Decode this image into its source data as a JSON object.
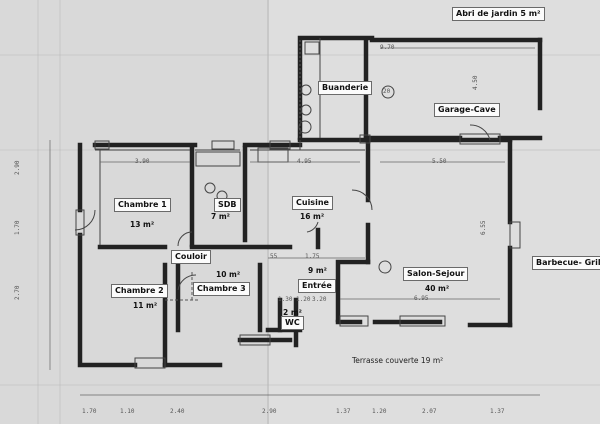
{
  "plan": {
    "rooms": {
      "abri": {
        "label": "Abri de jardin 5 m²"
      },
      "buanderie": {
        "label": "Buanderie"
      },
      "garage": {
        "label": "Garage-Cave"
      },
      "chambre1": {
        "label": "Chambre 1",
        "area": "13 m²"
      },
      "sdb": {
        "label": "SDB",
        "area": "7 m²"
      },
      "cuisine": {
        "label": "Cuisine",
        "area": "16 m²"
      },
      "couloir": {
        "label": "Couloir",
        "area": "10 m²"
      },
      "chambre2": {
        "label": "Chambre 2",
        "area": "11 m²"
      },
      "chambre3": {
        "label": "Chambre 3"
      },
      "entree": {
        "label": "Entrée",
        "area": "9 m²"
      },
      "wc": {
        "label": "WC",
        "area": "2 m²"
      },
      "salon": {
        "label": "Salon-Sejour",
        "area": "40 m²"
      },
      "barbecue": {
        "label": "Barbecue- Grill"
      },
      "terrasse": {
        "label": "Terrasse couverte 19 m²"
      }
    },
    "dims": {
      "garage_w": "9.70",
      "garage_h": "4.50",
      "ch1_w": "3.90",
      "cuisine_w": "4.95",
      "salon_w": "5.50",
      "salon_h": "6.55",
      "entree_w": "1.75",
      "wc_w": "1.30",
      "wc_w2": "1.20",
      "dim_320": "3.20",
      "salon_w2": "6.95",
      "dim_55": "55",
      "left_290": "2.90",
      "left_170": "1.70",
      "left_270": "2.70",
      "bottom": [
        "1.70",
        "1.10",
        "2.40",
        "2.90",
        "1.37",
        "1.20",
        "2.07",
        "1.37"
      ],
      "circle_label": "20"
    }
  }
}
